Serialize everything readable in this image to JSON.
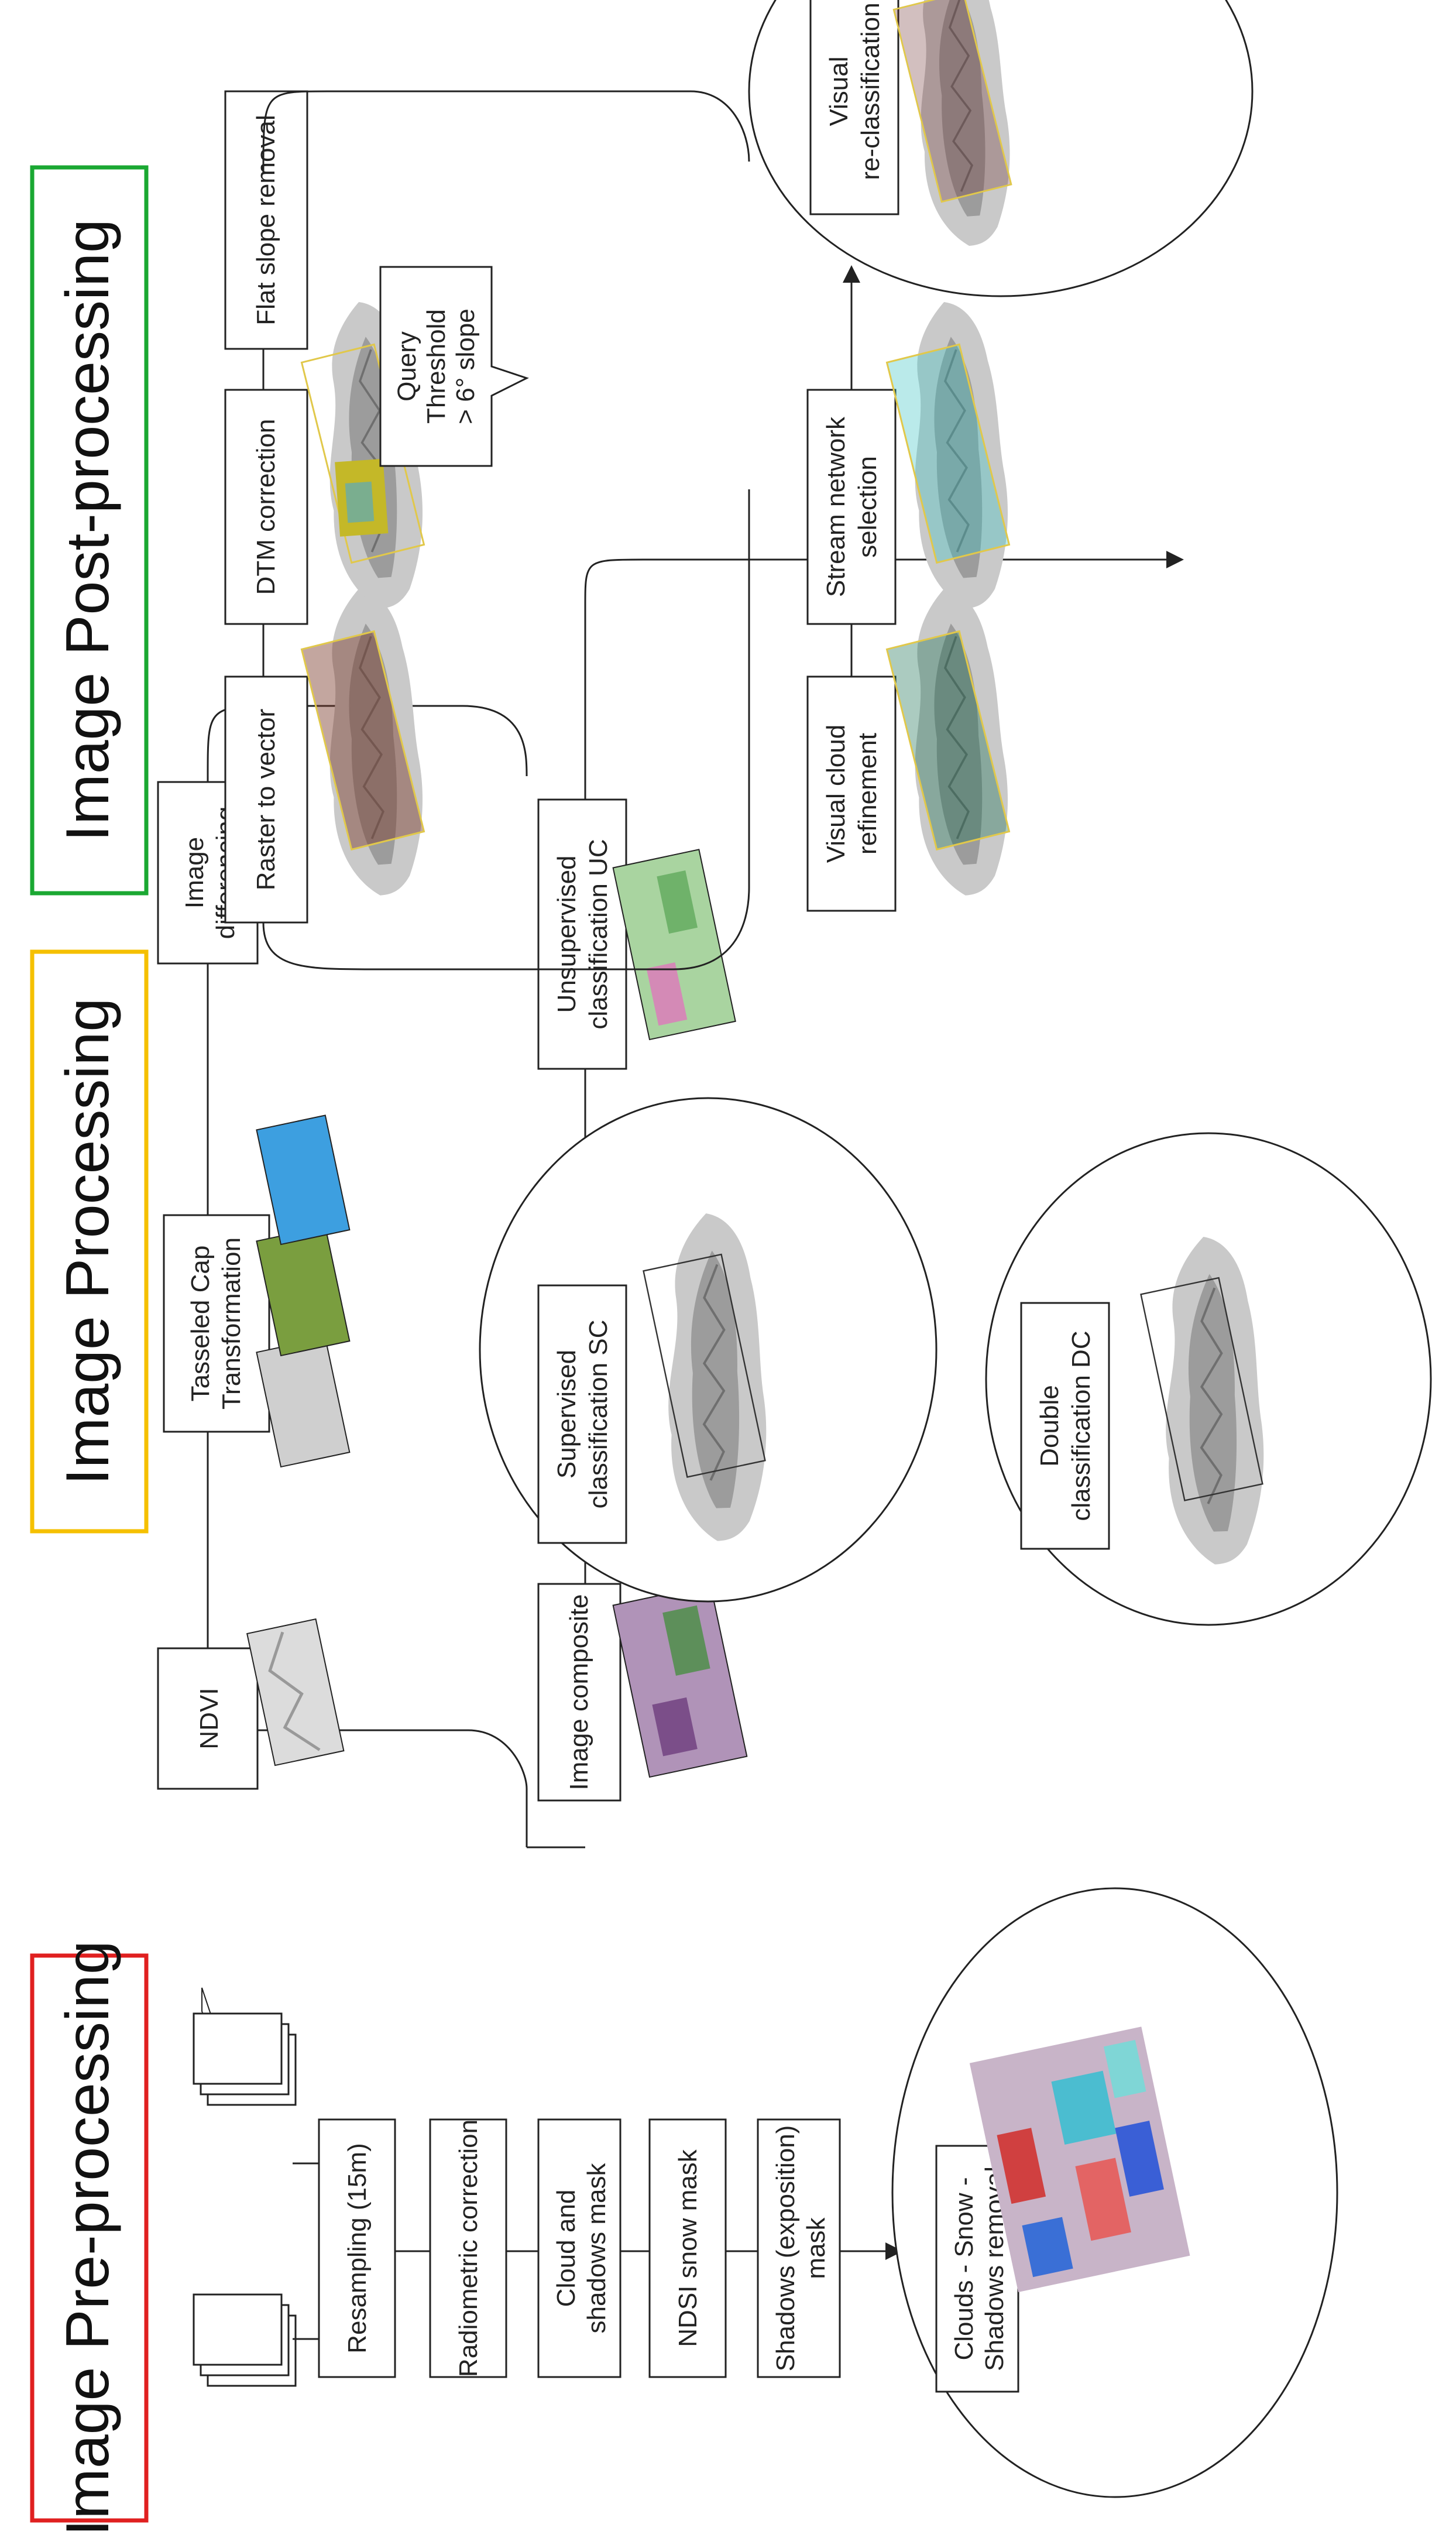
{
  "colors": {
    "preprocessing_border": "#e02020",
    "processing_border": "#f5c000",
    "postprocessing_border": "#1aa832",
    "line": "#222222"
  },
  "sections": {
    "preprocessing": {
      "title": "Image Pre-processing"
    },
    "processing": {
      "title": "Image Processing"
    },
    "postprocessing": {
      "title": "Image Post-processing"
    }
  },
  "preprocessing": {
    "steps": [
      {
        "label": [
          "Resampling (15m)"
        ]
      },
      {
        "label": [
          "Radiometric correction"
        ]
      },
      {
        "label": [
          "Cloud and",
          "shadows mask"
        ]
      },
      {
        "label": [
          "NDSI snow mask"
        ]
      },
      {
        "label": [
          "Shadows (exposition)",
          "mask"
        ]
      }
    ],
    "result": {
      "label": [
        "Clouds - Snow -",
        "Shadows removal"
      ]
    }
  },
  "processing": {
    "top_steps": [
      {
        "label": [
          "NDVI"
        ]
      },
      {
        "label": [
          "Tasseled Cap",
          "Transformation"
        ]
      },
      {
        "label": [
          "Image",
          "differencing"
        ]
      }
    ],
    "bottom_steps": [
      {
        "label": [
          "Image composite"
        ]
      },
      {
        "label": [
          "Supervised",
          "classification SC"
        ]
      },
      {
        "label": [
          "Unsupervised",
          "classification UC"
        ]
      }
    ],
    "double": {
      "label": [
        "Double",
        "classification DC"
      ]
    }
  },
  "postprocessing": {
    "top_steps": [
      {
        "label": [
          "Raster to vector"
        ]
      },
      {
        "label": [
          "DTM correction"
        ]
      },
      {
        "label": [
          "Flat slope removal"
        ]
      }
    ],
    "callout": {
      "label": [
        "Query",
        "Threshold",
        "> 6° slope"
      ]
    },
    "bottom_steps": [
      {
        "label": [
          "Visual cloud",
          "refinement"
        ]
      },
      {
        "label": [
          "Stream network",
          "selection"
        ]
      },
      {
        "label": [
          "Visual",
          "re-classification"
        ]
      }
    ]
  }
}
